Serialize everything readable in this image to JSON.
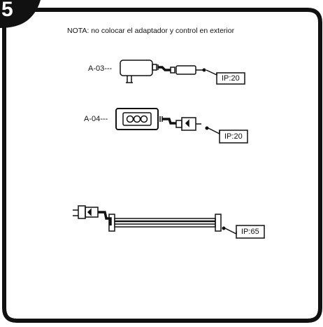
{
  "step_number": "5",
  "note": "NOTA: no colocar el adaptador y control en exterior",
  "items": [
    {
      "label": "A-03---",
      "rating": "IP:20"
    },
    {
      "label": "A-04---",
      "rating": "IP:20"
    },
    {
      "label": "",
      "rating": "IP:65"
    }
  ],
  "colors": {
    "ink": "#111111",
    "background": "#ffffff"
  }
}
